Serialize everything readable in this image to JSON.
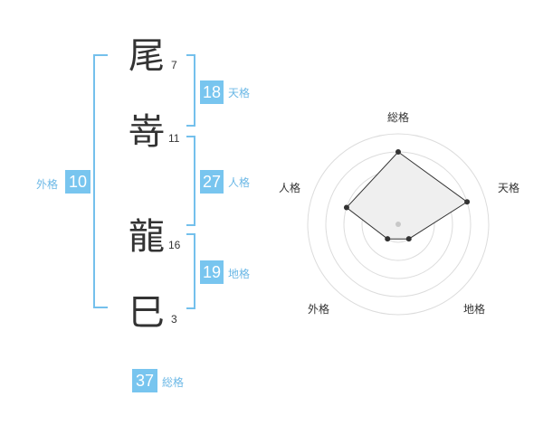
{
  "name_chars": [
    {
      "char": "尾",
      "strokes": "7"
    },
    {
      "char": "嵜",
      "strokes": "11"
    },
    {
      "char": "龍",
      "strokes": "16"
    },
    {
      "char": "巳",
      "strokes": "3"
    }
  ],
  "fortunes": {
    "ten": {
      "value": "18",
      "label": "天格"
    },
    "jin": {
      "value": "27",
      "label": "人格"
    },
    "chi": {
      "value": "19",
      "label": "地格"
    },
    "gai": {
      "value": "10",
      "label": "外格"
    },
    "sou": {
      "value": "37",
      "label": "総格"
    }
  },
  "colors": {
    "accent": "#78c5ef",
    "bracket": "#74c0ec",
    "label": "#6cb8e6"
  },
  "chart_data": {
    "type": "radar",
    "axes": [
      "総格",
      "天格",
      "地格",
      "外格",
      "人格"
    ],
    "values": [
      4,
      4,
      1,
      1,
      3
    ],
    "max": 5
  }
}
